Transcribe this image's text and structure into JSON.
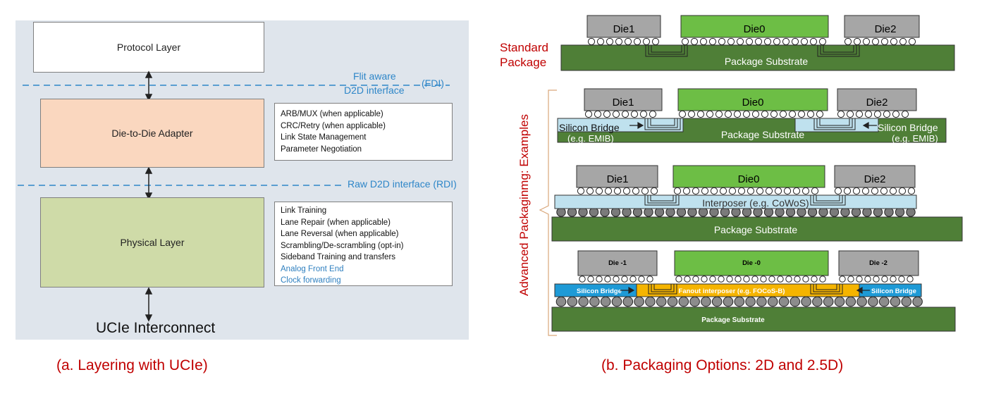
{
  "layering": {
    "protocol_layer": "Protocol Layer",
    "fdi_line1": "Flit aware",
    "fdi_line2": "D2D interface",
    "fdi_abbr": "(FDI)",
    "adapter": "Die-to-Die Adapter",
    "adapter_features": [
      "ARB/MUX (when applicable)",
      "CRC/Retry (when applicable)",
      "Link State Management",
      "Parameter Negotiation"
    ],
    "rdi": "Raw D2D interface (RDI)",
    "physical_layer": "Physical Layer",
    "physical_features": [
      "Link Training",
      "Lane Repair (when applicable)",
      "Lane Reversal (when applicable)",
      "Scrambling/De-scrambling (opt-in)",
      "Sideband Training and transfers"
    ],
    "physical_features_blue": [
      "Analog Front End",
      "Clock forwarding"
    ],
    "interconnect": "UCIe Interconnect",
    "caption": "(a. Layering with UCIe)"
  },
  "packaging": {
    "standard_label_line1": "Standard",
    "standard_label_line2": "Package",
    "advanced_label": "Advanced Packaginmg: Examples",
    "row1": {
      "dies": [
        "Die1",
        "Die0",
        "Die2"
      ],
      "substrate": "Package Substrate"
    },
    "row2": {
      "dies": [
        "Die1",
        "Die0",
        "Die2"
      ],
      "substrate": "Package Substrate",
      "bridge_left_1": "Silicon Bridge",
      "bridge_left_2": "(e.g. EMIB)",
      "bridge_right_1": "Silicon Bridge",
      "bridge_right_2": "(e.g. EMIB)"
    },
    "row3": {
      "dies": [
        "Die1",
        "Die0",
        "Die2"
      ],
      "interposer": "Interposer (e.g. CoWoS)",
      "substrate": "Package Substrate"
    },
    "row4": {
      "dies": [
        "Die -1",
        "Die -0",
        "Die -2"
      ],
      "bridge_left": "Silicon Bridge",
      "fanout": "Fanout interposer (e.g. FOCoS-B)",
      "bridge_right": "Silicon Bridge",
      "substrate": "Package Substrate"
    },
    "caption": "(b. Packaging Options: 2D and 2.5D)"
  },
  "colors": {
    "protocol": "#ffffff",
    "adapter": "#fad7bf",
    "physical": "#cfdba8",
    "die_gray": "#a6a6a6",
    "die_green": "#6dbe45",
    "substrate": "#4f7f37",
    "bridge": "#bfe1ee",
    "interposer": "#bfe1ee",
    "fanout": "#f5b400",
    "bridge4": "#1e9ad6",
    "caption": "#c00000",
    "iface": "#2e86c8"
  }
}
